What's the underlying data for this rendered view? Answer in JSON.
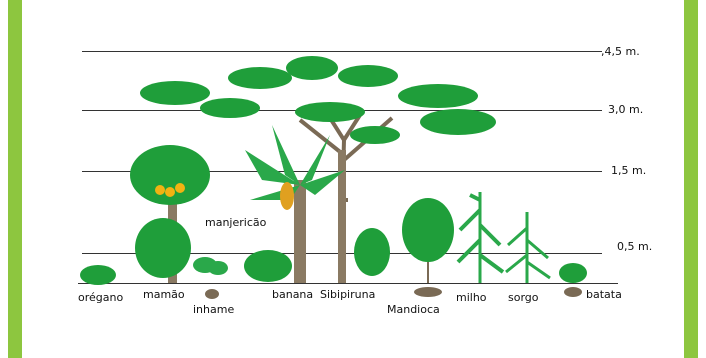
{
  "colors": {
    "accent_bar": "#8dc63f",
    "foliage": "#1f9e3a",
    "foliage_dark": "#0f6b25",
    "trunk": "#7a6a55",
    "fruit": "#f2b312"
  },
  "height_marks": [
    {
      "label": ",4,5 m."
    },
    {
      "label": "3,0 m."
    },
    {
      "label": "1,5 m."
    },
    {
      "label": "0,5 m."
    }
  ],
  "plants": {
    "oregano": "orégano",
    "mamao": "mamão",
    "inhame": "inhame",
    "manjericao": "manjericão",
    "banana": "banana",
    "sibipiruna": "Sibipiruna",
    "mandioca": "Mandioca",
    "milho": "milho",
    "sorgo": "sorgo",
    "batata": "batata"
  }
}
